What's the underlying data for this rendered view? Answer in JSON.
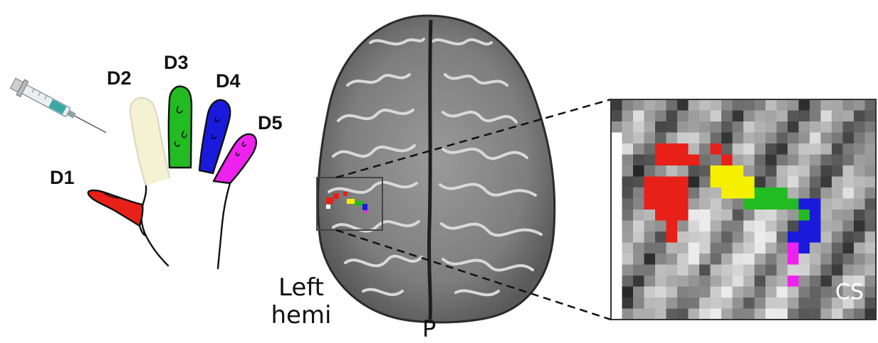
{
  "fingers": [
    {
      "label": "D1",
      "color": "#e8201a"
    },
    {
      "label": "D2",
      "color": "#f4f2d2"
    },
    {
      "label": "D3",
      "color": "#22bb22"
    },
    {
      "label": "D4",
      "color": "#1a1adc"
    },
    {
      "label": "D5",
      "color": "#ee22ee"
    }
  ],
  "hemisphere_label": {
    "line1": "Left",
    "line2": "hemi"
  },
  "posterior_label": "P",
  "zoom_label": "CS",
  "icons": {
    "syringe": "syringe-icon",
    "hand": "hand-icon",
    "brain": "brain-axial-slice"
  },
  "colors": {
    "d1": "#e8201a",
    "d2": "#f4f2d2",
    "d3": "#22bb22",
    "d4": "#1a1adc",
    "d5": "#ee22ee",
    "activation_yellow": "#f5f000"
  }
}
